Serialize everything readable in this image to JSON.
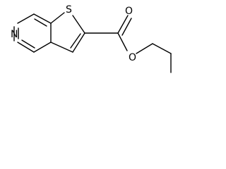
{
  "molecule": {
    "atoms": {
      "nitrogen": "N",
      "sulfur": "S",
      "oxygen_carbonyl": "O",
      "oxygen_ester": "O"
    }
  }
}
